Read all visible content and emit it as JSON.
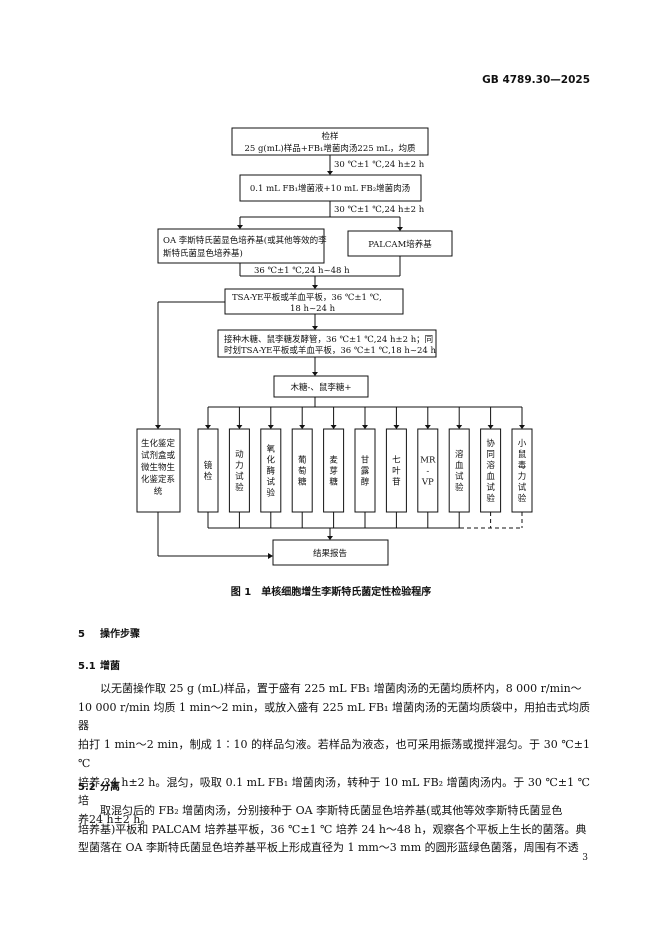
{
  "header": {
    "standard_code": "GB 4789.30—2025"
  },
  "flowchart": {
    "sample_title": "检样",
    "sample_desc": "25 g(mL)样品+FB₁增菌肉汤225 mL，均质",
    "cond1": "30 ℃±1 ℃,24 h±2 h",
    "enrich2": "0.1 mL FB₁增菌液+10 mL FB₂增菌肉汤",
    "cond2": "30 ℃±1 ℃,24 h±2 h",
    "oa_lines": [
      "OA 李斯特氏菌显色培养基(或其他等效的李",
      "斯特氏菌显色培养基)"
    ],
    "palcam": "PALCAM培养基",
    "cond3": "36 ℃±1 ℃,24 h~48 h",
    "tsa_lines": [
      "TSA-YE平板或羊血平板，36 ℃±1 ℃,",
      "18 h~24 h"
    ],
    "ferment_lines": [
      "接种木糖、鼠李糖发酵管，36 ℃±1 ℃,24 h±2 h；同",
      "时划TSA-YE平板或羊血平板，36 ℃±1 ℃,18 h~24 h"
    ],
    "sugar": "木糖-、鼠李糖+",
    "biochem_lines": [
      "生化鉴定",
      "试剂盒或",
      "微生物生",
      "化鉴定系",
      "统"
    ],
    "tests": [
      [
        "镜",
        "检"
      ],
      [
        "动",
        "力",
        "试",
        "验"
      ],
      [
        "氧",
        "化",
        "酶",
        "试",
        "验"
      ],
      [
        "葡",
        "萄",
        "糖"
      ],
      [
        "麦",
        "芽",
        "糖"
      ],
      [
        "甘",
        "露",
        "醇"
      ],
      [
        "七",
        "叶",
        "苷"
      ],
      [
        "MR",
        "-",
        "VP"
      ],
      [
        "溶",
        "血",
        "试",
        "验"
      ],
      [
        "协",
        "同",
        "溶",
        "血",
        "试",
        "验"
      ],
      [
        "小",
        "鼠",
        "毒",
        "力",
        "试",
        "验"
      ]
    ],
    "report": "结果报告"
  },
  "figure_caption": "图 1　单核细胞增生李斯特氏菌定性检验程序",
  "section5": {
    "number": "5",
    "title": "操作步骤"
  },
  "section5_1": {
    "number": "5.1",
    "title": "增菌",
    "lines": [
      "以无菌操作取 25 g (mL)样品，置于盛有 225 mL FB₁ 增菌肉汤的无菌均质杯内，8 000 r/min～",
      "10 000 r/min 均质 1 min～2 min，或放入盛有 225 mL FB₁ 增菌肉汤的无菌均质袋中，用拍击式均质器",
      "拍打 1 min～2 min，制成 1∶10 的样品匀液。若样品为液态，也可采用振荡或搅拌混匀。于 30 ℃±1 ℃",
      "培养 24 h±2 h。混匀，吸取 0.1 mL FB₁ 增菌肉汤，转种于 10 mL FB₂ 增菌肉汤内。于 30 ℃±1 ℃培",
      "养24 h±2 h。"
    ]
  },
  "section5_2": {
    "number": "5.2",
    "title": "分离",
    "lines": [
      "取混匀后的 FB₂ 增菌肉汤，分别接种于 OA 李斯特氏菌显色培养基(或其他等效李斯特氏菌显色",
      "培养基)平板和 PALCAM 培养基平板，36 ℃±1 ℃ 培养 24 h～48 h，观察各个平板上生长的菌落。典",
      "型菌落在 OA 李斯特氏菌显色培养基平板上形成直径为 1 mm～3 mm 的圆形蓝绿色菌落，周围有不透"
    ]
  },
  "page_number": "3"
}
